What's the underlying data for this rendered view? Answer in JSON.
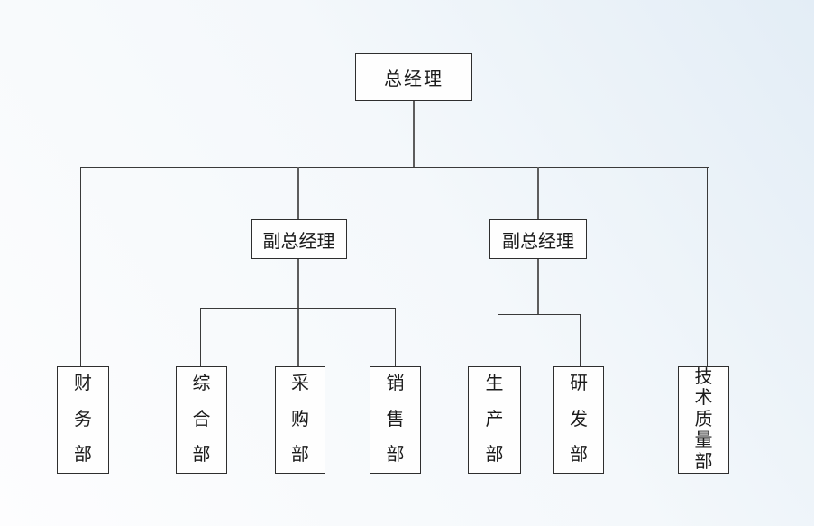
{
  "diagram": {
    "type": "org-chart",
    "nodes": {
      "general_manager": {
        "label": "总经理",
        "level": 1
      },
      "deputy_left": {
        "label": "副总经理",
        "level": 2
      },
      "deputy_right": {
        "label": "副总经理",
        "level": 2
      },
      "finance": {
        "label": "财务部",
        "level": 3,
        "reports_to": "general_manager"
      },
      "general_affairs": {
        "label": "综合部",
        "level": 3,
        "reports_to": "deputy_left"
      },
      "purchasing": {
        "label": "采购部",
        "level": 3,
        "reports_to": "deputy_left"
      },
      "sales": {
        "label": "销售部",
        "level": 3,
        "reports_to": "deputy_left"
      },
      "production": {
        "label": "生产部",
        "level": 3,
        "reports_to": "deputy_right"
      },
      "rnd": {
        "label": "研发部",
        "level": 3,
        "reports_to": "deputy_right"
      },
      "tech_quality": {
        "label": "技术质量部",
        "level": 3,
        "reports_to": "general_manager"
      }
    },
    "colors": {
      "box_fill": "#fefefe",
      "box_border": "#2e2e2e",
      "connector_line": "#3a3a3a",
      "text": "#1b1b1b",
      "background_start": "#fdfdfe",
      "background_end": "#e3edf6"
    }
  }
}
